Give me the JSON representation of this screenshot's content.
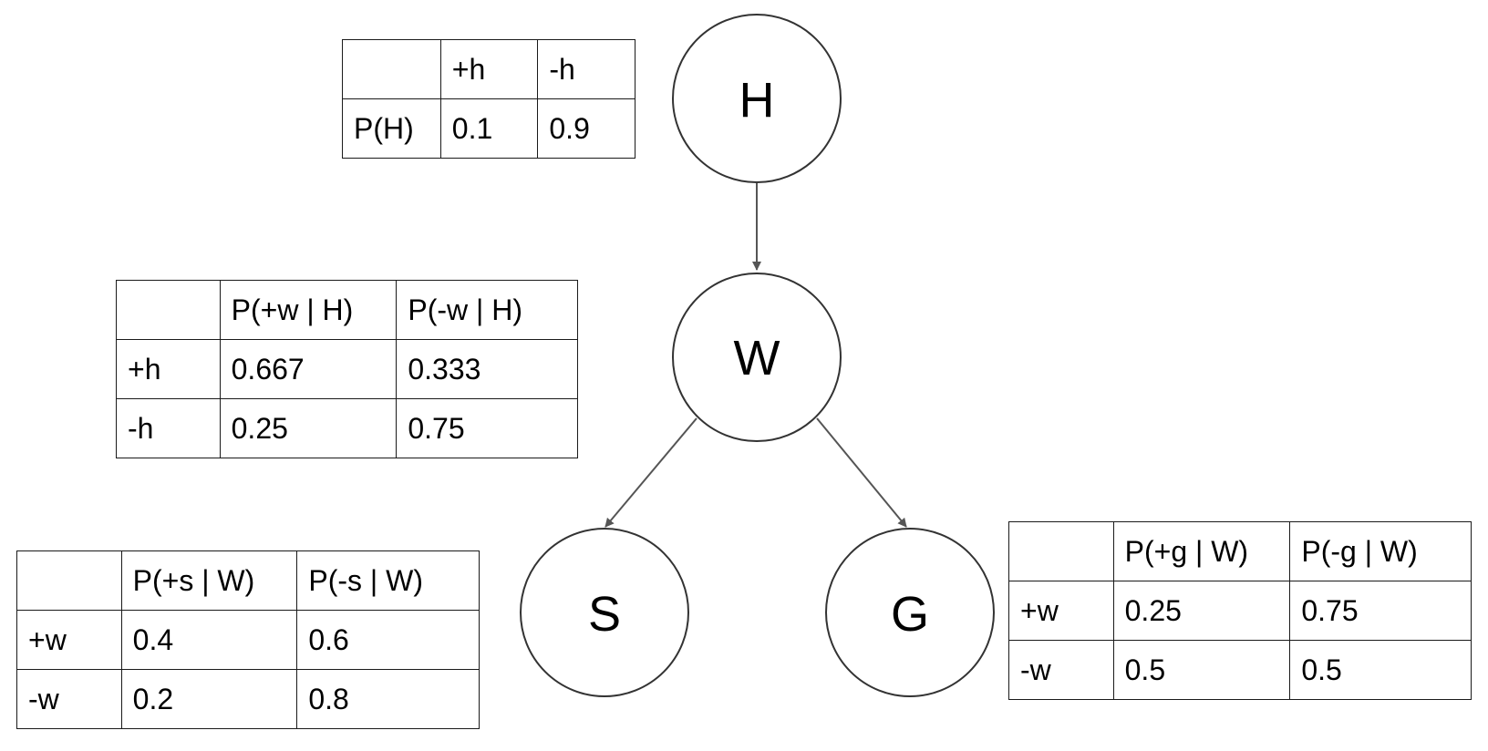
{
  "colors": {
    "node_stroke": "#333333",
    "edge": "#555555",
    "table_border": "#1a1a1a",
    "text": "#000000"
  },
  "nodes": {
    "H": "H",
    "W": "W",
    "S": "S",
    "G": "G"
  },
  "edges": [
    {
      "from": "H",
      "to": "W"
    },
    {
      "from": "W",
      "to": "S"
    },
    {
      "from": "W",
      "to": "G"
    }
  ],
  "tables": {
    "h": {
      "corner": "",
      "headers": [
        "+h",
        "-h"
      ],
      "rows": [
        {
          "label": "P(H)",
          "values": [
            "0.1",
            "0.9"
          ]
        }
      ]
    },
    "w_given_h": {
      "corner": "",
      "headers": [
        "P(+w | H)",
        "P(-w | H)"
      ],
      "rows": [
        {
          "label": "+h",
          "values": [
            "0.667",
            "0.333"
          ]
        },
        {
          "label": "-h",
          "values": [
            "0.25",
            "0.75"
          ]
        }
      ]
    },
    "s_given_w": {
      "corner": "",
      "headers": [
        "P(+s | W)",
        "P(-s | W)"
      ],
      "rows": [
        {
          "label": "+w",
          "values": [
            "0.4",
            "0.6"
          ]
        },
        {
          "label": "-w",
          "values": [
            "0.2",
            "0.8"
          ]
        }
      ]
    },
    "g_given_w": {
      "corner": "",
      "headers": [
        "P(+g | W)",
        "P(-g | W)"
      ],
      "rows": [
        {
          "label": "+w",
          "values": [
            "0.25",
            "0.75"
          ]
        },
        {
          "label": "-w",
          "values": [
            "0.5",
            "0.5"
          ]
        }
      ]
    }
  }
}
